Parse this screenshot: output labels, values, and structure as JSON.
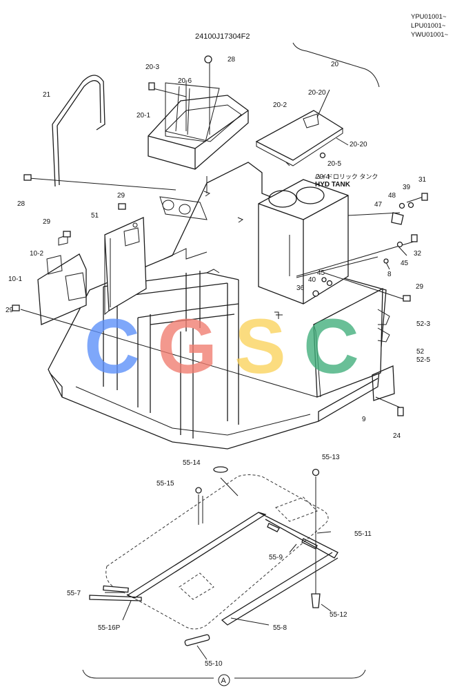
{
  "header": {
    "drawing_number": "24100J17304F2",
    "serial_ranges": [
      "YPU01001~",
      "LPU01001~",
      "YWU01001~"
    ]
  },
  "annotations": {
    "hyd_tank_jp": "ハイドロリック タンク",
    "hyd_tank_en": "HYD TANK"
  },
  "watermark": {
    "letters": [
      "C",
      "G",
      "S",
      "C"
    ],
    "colors": [
      "#5b8ff9",
      "#f07c6f",
      "#fbd35c",
      "#3fae7a"
    ]
  },
  "callouts": {
    "c20": "20",
    "c20_1": "20-1",
    "c20_2": "20-2",
    "c20_3": "20-3",
    "c20_4": "20-4",
    "c20_5": "20-5",
    "c20_6": "20-6",
    "c20_20a": "20-20",
    "c20_20b": "20-20",
    "c21": "21",
    "c24": "24",
    "c28a": "28",
    "c28b": "28",
    "c29a": "29",
    "c29b": "29",
    "c29c": "29",
    "c29d": "29",
    "c31": "31",
    "c32": "32",
    "c36": "36",
    "c39": "39",
    "c40": "40",
    "c45a": "45",
    "c45b": "45",
    "c47": "47",
    "c48": "48",
    "c8": "8",
    "c9": "9",
    "c51": "51",
    "c52": "52",
    "c52_3": "52-3",
    "c52_5": "52-5",
    "c10_1": "10-1",
    "c10_2": "10-2",
    "c55_7": "55-7",
    "c55_8": "55-8",
    "c55_9": "55-9",
    "c55_10": "55-10",
    "c55_11": "55-11",
    "c55_12": "55-12",
    "c55_13": "55-13",
    "c55_14": "55-14",
    "c55_15": "55-15",
    "c55_16p": "55-16P"
  },
  "footer": {
    "view_label": "A"
  }
}
